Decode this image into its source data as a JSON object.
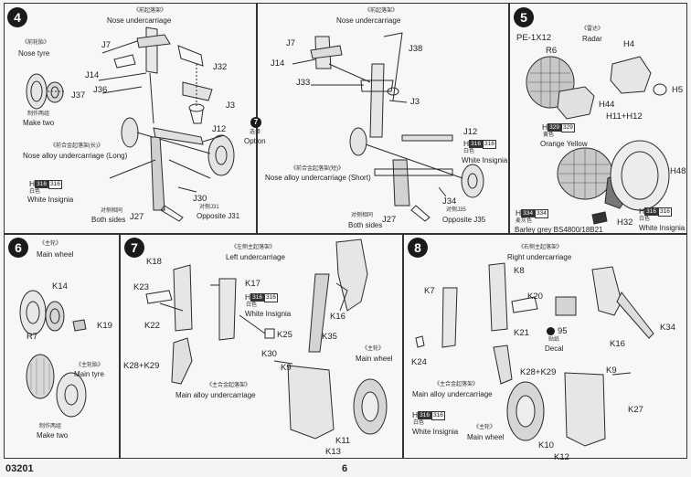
{
  "page": {
    "code": "03201",
    "number": "6"
  },
  "option": {
    "label": "7",
    "zh": "选择",
    "en": "Option"
  },
  "step4": {
    "num": "4",
    "title_zh": "《前起落架》",
    "title_en": "Nose undercarriage",
    "tyre_zh": "《前轮胎》",
    "tyre_en": "Nose tyre",
    "make_two_zh": "制作两组",
    "make_two_en": "Make two",
    "alloy_zh": "《前合金起落架(长)》",
    "alloy_en": "Nose alloy undercarriage (Long)",
    "paint": {
      "h": "H",
      "c1": "316",
      "c2": "316",
      "zh": "白色",
      "en": "White Insignia"
    },
    "both_zh": "对侧相同",
    "both_en": "Both sides",
    "opp_zh": "对侧J31",
    "opp_en": "Opposite J31",
    "parts": [
      "J7",
      "J14",
      "J36",
      "J37",
      "J32",
      "J3",
      "J12",
      "J30",
      "J27"
    ]
  },
  "step4b": {
    "title_zh": "《前起落架》",
    "title_en": "Nose undercarriage",
    "alloy_zh": "《前合金起落架(短)》",
    "alloy_en": "Nose alloy undercarriage (Short)",
    "paint": {
      "h": "H",
      "c1": "316",
      "c2": "316",
      "zh": "白色",
      "en": "White Insignia"
    },
    "both_zh": "对侧相同",
    "both_en": "Both sides",
    "opp_zh": "对侧J35",
    "opp_en": "Opposite J35",
    "parts": [
      "J7",
      "J14",
      "J33",
      "J38",
      "J3",
      "J12",
      "J34",
      "J27"
    ]
  },
  "step5": {
    "num": "5",
    "radar_zh": "《雷达》",
    "radar_en": "Radar",
    "pe": "PE-1X12",
    "paint1": {
      "h": "H",
      "c1": "329",
      "c2": "329",
      "zh": "黄色",
      "en": "Orange Yellow"
    },
    "paint2": {
      "h": "H",
      "c1": "334",
      "c2": "334",
      "zh": "麦灰色",
      "en": "Barley grey BS4800/18B21"
    },
    "paint3": {
      "h": "H",
      "c1": "316",
      "c2": "316",
      "zh": "白色",
      "en": "White Insignia"
    },
    "parts": [
      "R6",
      "H4",
      "H5",
      "H44",
      "H11+H12",
      "H48",
      "H32"
    ]
  },
  "step6": {
    "num": "6",
    "title_zh": "《主轮》",
    "title_en": "Main wheel",
    "tyre_zh": "《主轮胎》",
    "tyre_en": "Main tyre",
    "make_two_zh": "制作两组",
    "make_two_en": "Make two",
    "parts": [
      "K14",
      "K19",
      "R7"
    ]
  },
  "step7": {
    "num": "7",
    "title_zh": "《左侧主起落架》",
    "title_en": "Left undercarriage",
    "alloy_zh": "《主合金起落架》",
    "alloy_en": "Main alloy undercarriage",
    "wheel_zh": "《主轮》",
    "wheel_en": "Main wheel",
    "paint": {
      "h": "H",
      "c1": "316",
      "c2": "316",
      "zh": "白色",
      "en": "White Insignia"
    },
    "parts": [
      "K18",
      "K23",
      "K22",
      "K17",
      "K16",
      "K25",
      "K35",
      "K28+K29",
      "K30",
      "K9",
      "K11",
      "K13"
    ]
  },
  "step8": {
    "num": "8",
    "title_zh": "《右侧主起落架》",
    "title_en": "Right undercarriage",
    "alloy_zh": "《主合金起落架》",
    "alloy_en": "Main alloy undercarriage",
    "wheel_zh": "《主轮》",
    "wheel_en": "Main wheel",
    "decal_num": "95",
    "decal_zh": "贴纸",
    "decal_en": "Decal",
    "paint": {
      "h": "H",
      "c1": "316",
      "c2": "316",
      "zh": "白色",
      "en": "White Insignia"
    },
    "parts": [
      "K8",
      "K7",
      "K20",
      "K21",
      "K24",
      "K34",
      "K16",
      "K28+K29",
      "K9",
      "K27",
      "K10",
      "K12"
    ]
  }
}
